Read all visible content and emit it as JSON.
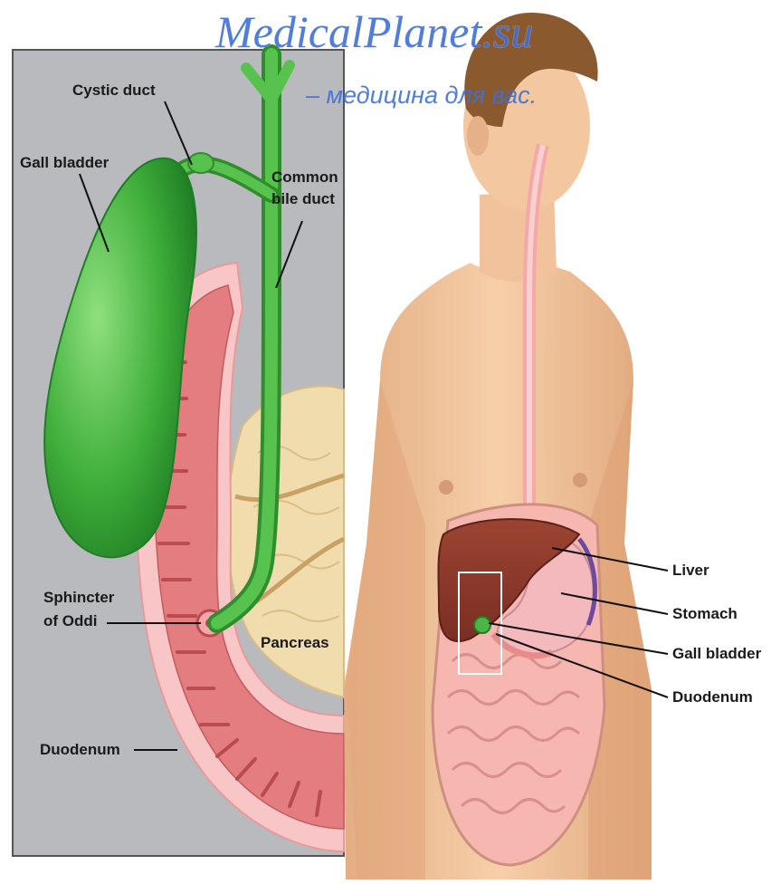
{
  "watermark": {
    "title": "MedicalPlanet.su",
    "subtitle": "– медицина для вас."
  },
  "inset_labels": {
    "cystic_duct": "Cystic duct",
    "gall_bladder": "Gall bladder",
    "common_bile_duct_1": "Common",
    "common_bile_duct_2": "bile duct",
    "sphincter_1": "Sphincter",
    "sphincter_2": "of Oddi",
    "pancreas": "Pancreas",
    "duodenum": "Duodenum"
  },
  "body_labels": {
    "liver": "Liver",
    "stomach": "Stomach",
    "gall_bladder": "Gall bladder",
    "duodenum": "Duodenum"
  },
  "colors": {
    "inset_background": "#b9babd",
    "gall_bladder": "#3fae3a",
    "duodenum": "#e47d7f",
    "pancreas": "#f1dcae",
    "skin": "#f0c39a",
    "liver": "#8e3a2c",
    "label_text": "#1a1a1a",
    "watermark": "#3f6fd8"
  }
}
